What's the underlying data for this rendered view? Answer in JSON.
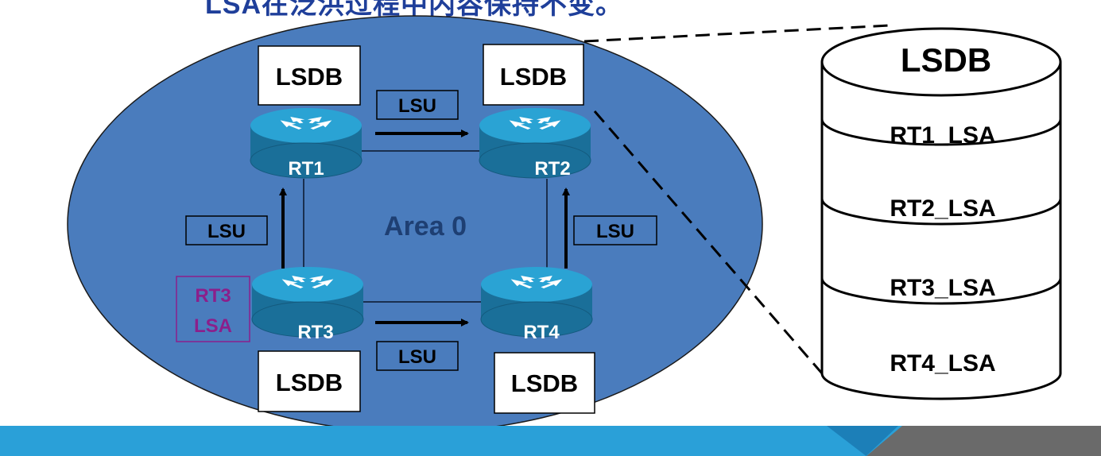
{
  "title": "LSA在泛洪过程中内容保持不变。",
  "area_label": "Area 0",
  "routers": [
    {
      "id": "rt1",
      "label": "RT1"
    },
    {
      "id": "rt2",
      "label": "RT2"
    },
    {
      "id": "rt3",
      "label": "RT3"
    },
    {
      "id": "rt4",
      "label": "RT4"
    }
  ],
  "lsdb_label": "LSDB",
  "lsu_label": "LSU",
  "rt3_lsa_box": {
    "line1": "RT3",
    "line2": "LSA"
  },
  "database": {
    "title": "LSDB",
    "entries": [
      "RT1_LSA",
      "RT2_LSA",
      "RT3_LSA",
      "RT4_LSA"
    ]
  },
  "colors": {
    "area_fill": "#4a7cbd",
    "router_fill": "#1f8fbf",
    "title": "#1f3f9a",
    "area_text": "#1e3f73",
    "lsa_text": "#8b1f8b",
    "bar_blue": "#2aa0d8",
    "bar_gray": "#6a6a6a"
  }
}
